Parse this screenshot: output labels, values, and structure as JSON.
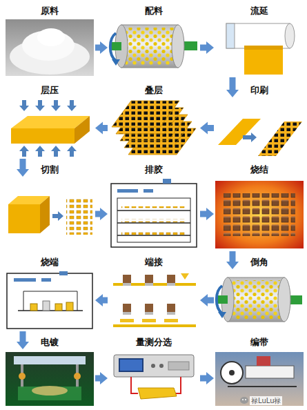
{
  "diagram": {
    "nodes": [
      {
        "text": [
          "原料"
        ]
      },
      {
        "text": [
          "配料"
        ]
      },
      {
        "text": [
          "流延"
        ]
      },
      {
        "text": [
          "层压"
        ]
      },
      {
        "text": [
          "叠层"
        ]
      },
      {
        "text": [
          "印刷"
        ]
      },
      {
        "text": [
          "切割"
        ]
      },
      {
        "text": [
          "排胶"
        ]
      },
      {
        "text": [
          "烧结"
        ]
      },
      {
        "text": [
          "烧端"
        ]
      },
      {
        "text": [
          "端接"
        ]
      },
      {
        "text": [
          "倒角"
        ]
      },
      {
        "text": [
          "电镀"
        ]
      },
      {
        "text": [
          "量测分选"
        ]
      },
      {
        "text": [
          "编带"
        ]
      }
    ],
    "edges": [
      {
        "from": 0,
        "to": 1,
        "arrow": "to"
      },
      {
        "from": 1,
        "to": 2,
        "arrow": "to"
      },
      {
        "from": 2,
        "to": 5,
        "arrow": "to"
      },
      {
        "from": 5,
        "to": 4,
        "arrow": "to"
      },
      {
        "from": 4,
        "to": 3,
        "arrow": "to"
      },
      {
        "from": 3,
        "to": 6,
        "arrow": "to"
      },
      {
        "from": 6,
        "to": 7,
        "arrow": "to"
      },
      {
        "from": 7,
        "to": 8,
        "arrow": "to"
      },
      {
        "from": 8,
        "to": 11,
        "arrow": "to"
      },
      {
        "from": 11,
        "to": 10,
        "arrow": "to"
      },
      {
        "from": 10,
        "to": 9,
        "arrow": "to"
      },
      {
        "from": 9,
        "to": 12,
        "arrow": "to"
      },
      {
        "from": 12,
        "to": 13,
        "arrow": "to"
      },
      {
        "from": 13,
        "to": 14,
        "arrow": "to"
      }
    ],
    "labels": [
      "禄LuLu禄"
    ]
  }
}
